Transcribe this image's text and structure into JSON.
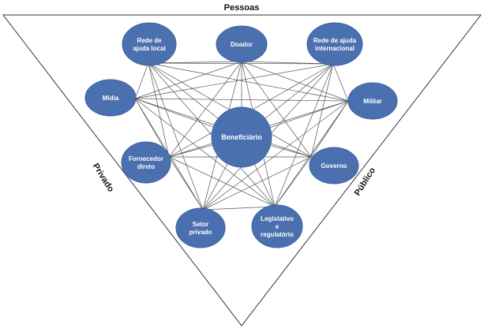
{
  "diagram": {
    "colors": {
      "node_fill": "#4a70b0",
      "node_stroke": "#3f62a0",
      "node_text": "#ffffff",
      "triangle_stroke": "#333333",
      "edge_stroke": "#555555",
      "label_text": "#111111"
    },
    "side_labels": {
      "top": "Pessoas",
      "left": "Privado",
      "right": "Público"
    },
    "nodes": [
      {
        "id": "rede-ajuda-local",
        "lines": [
          "Rede de",
          "ajuda local"
        ]
      },
      {
        "id": "doador",
        "lines": [
          "Doador"
        ]
      },
      {
        "id": "rede-ajuda-internacional",
        "lines": [
          "Rede de ajuda",
          "internacional"
        ]
      },
      {
        "id": "midia",
        "lines": [
          "Mídia"
        ]
      },
      {
        "id": "militar",
        "lines": [
          "Militar"
        ]
      },
      {
        "id": "beneficiario",
        "lines": [
          "Beneficiário"
        ]
      },
      {
        "id": "fornecedor-direto",
        "lines": [
          "Fornecedor",
          "direto"
        ]
      },
      {
        "id": "governo",
        "lines": [
          "Governo"
        ]
      },
      {
        "id": "setor-privado",
        "lines": [
          "Setor",
          "privado"
        ]
      },
      {
        "id": "legislativo-regulatorio",
        "lines": [
          "Legislativo",
          "e",
          "regulatório"
        ]
      }
    ],
    "connectivity": "complete"
  }
}
